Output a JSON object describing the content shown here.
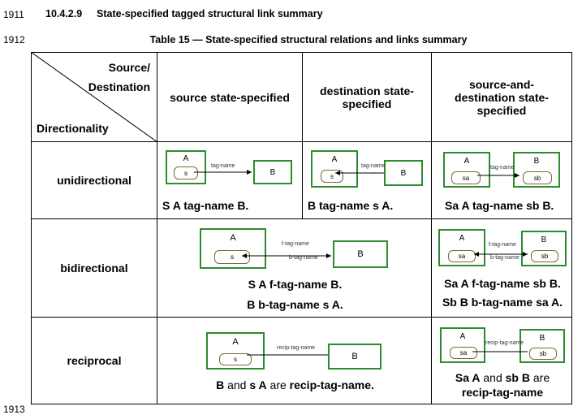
{
  "line_numbers": [
    "1911",
    "1912",
    "1913"
  ],
  "section": {
    "number": "10.4.2.9",
    "title": "State-specified tagged structural link summary"
  },
  "table_caption": "Table 15 — State-specified structural relations and links summary",
  "corner": {
    "source": "Source/",
    "destination": "Destination",
    "directionality": "Directionality"
  },
  "columns": [
    "source state-specified",
    "destination state-specified",
    "source-and-destination state-specified"
  ],
  "rows": [
    "unidirectional",
    "bidirectional",
    "reciprocal"
  ],
  "uni": {
    "src": {
      "a": "A",
      "s": "s",
      "b": "B",
      "tag": "tag-name",
      "formula": "S A tag-name B."
    },
    "dst": {
      "a": "A",
      "s": "s",
      "b": "B",
      "tag": "tag-name",
      "formula": "B tag-name s A."
    },
    "both": {
      "a": "A",
      "sa": "sa",
      "b": "B",
      "sb": "sb",
      "tag": "tag-name",
      "formula": "Sa A tag-name sb B."
    }
  },
  "bi": {
    "src": {
      "a": "A",
      "s": "s",
      "b": "B",
      "ftag": "f-tag-name",
      "btag": "b-tag-name",
      "formula1": "S A f-tag-name B.",
      "formula2": "B b-tag-name s A."
    },
    "both": {
      "a": "A",
      "sa": "sa",
      "b": "B",
      "sb": "sb",
      "ftag": "f-tag-name",
      "btag": "b-tag-name",
      "formula1": "Sa A f-tag-name sb B.",
      "formula2": "Sb B b-tag-name sa A."
    }
  },
  "recip": {
    "src": {
      "a": "A",
      "s": "s",
      "b": "B",
      "tag": "recip-tag-name",
      "f1": "B",
      "f2": " and ",
      "f3": "s A",
      "f4": " are ",
      "f5": "recip-tag-name."
    },
    "both": {
      "a": "A",
      "sa": "sa",
      "b": "B",
      "sb": "sb",
      "tag": "recip-tag-name",
      "f1": "Sa A",
      "f2": " and ",
      "f3": "sb B",
      "f4": " are",
      "f5": "recip-tag-name"
    }
  }
}
